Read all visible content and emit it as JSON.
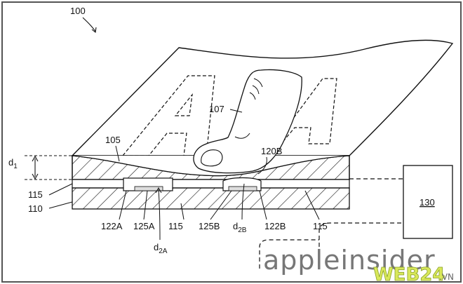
{
  "figure": {
    "ref_main": "100",
    "ref_finger": "107",
    "ref_cover": "105",
    "ref_bump": "120B",
    "ref_d1": "d",
    "ref_d1_sub": "1",
    "ref_115_left": "115",
    "ref_110": "110",
    "ref_122A": "122A",
    "ref_125A": "125A",
    "ref_115_mid": "115",
    "ref_125B": "125B",
    "ref_d2B": "d",
    "ref_d2B_sub": "2B",
    "ref_122B": "122B",
    "ref_115_right": "115",
    "ref_d2A": "d",
    "ref_d2A_sub": "2A",
    "ref_130": "130"
  },
  "watermark": {
    "brand": "appleinsider",
    "site": "WEB24",
    "site_suffix": ".VN"
  }
}
